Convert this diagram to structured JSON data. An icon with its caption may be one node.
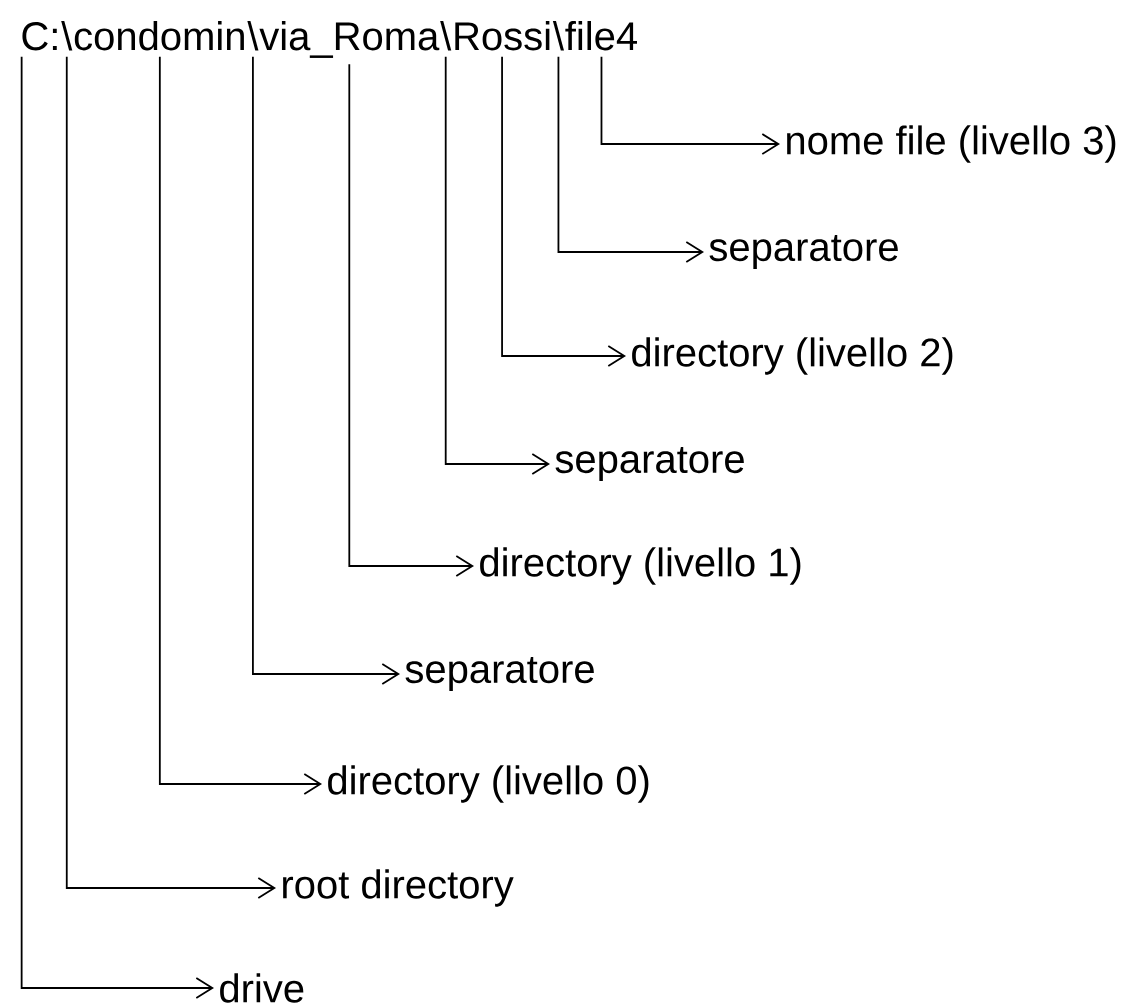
{
  "diagram": {
    "nodes": [
      {
        "text": [
          "C:"
        ]
      },
      {
        "text": [
          "\\"
        ]
      },
      {
        "text": [
          "condomin"
        ]
      },
      {
        "text": [
          "\\"
        ]
      },
      {
        "text": [
          "via_Roma"
        ]
      },
      {
        "text": [
          "\\"
        ]
      },
      {
        "text": [
          "Rossi"
        ]
      },
      {
        "text": [
          "\\"
        ]
      },
      {
        "text": [
          "file4"
        ]
      },
      {
        "text": [
          "nome file (livello 3)"
        ]
      },
      {
        "text": [
          "separatore"
        ]
      },
      {
        "text": [
          "directory (livello 2)"
        ]
      },
      {
        "text": [
          "separatore"
        ]
      },
      {
        "text": [
          "directory (livello 1)"
        ]
      },
      {
        "text": [
          "separatore"
        ]
      },
      {
        "text": [
          "directory (livello 0)"
        ]
      },
      {
        "text": [
          "root directory"
        ]
      },
      {
        "text": [
          "drive"
        ]
      }
    ],
    "edges": [
      {
        "from": 8,
        "to": 9,
        "arrow": "to"
      },
      {
        "from": 7,
        "to": 10,
        "arrow": "to"
      },
      {
        "from": 6,
        "to": 11,
        "arrow": "to"
      },
      {
        "from": 5,
        "to": 12,
        "arrow": "to"
      },
      {
        "from": 4,
        "to": 13,
        "arrow": "to"
      },
      {
        "from": 3,
        "to": 14,
        "arrow": "to"
      },
      {
        "from": 2,
        "to": 15,
        "arrow": "to"
      },
      {
        "from": 1,
        "to": 16,
        "arrow": "to"
      },
      {
        "from": 0,
        "to": 17,
        "arrow": "to"
      }
    ]
  }
}
